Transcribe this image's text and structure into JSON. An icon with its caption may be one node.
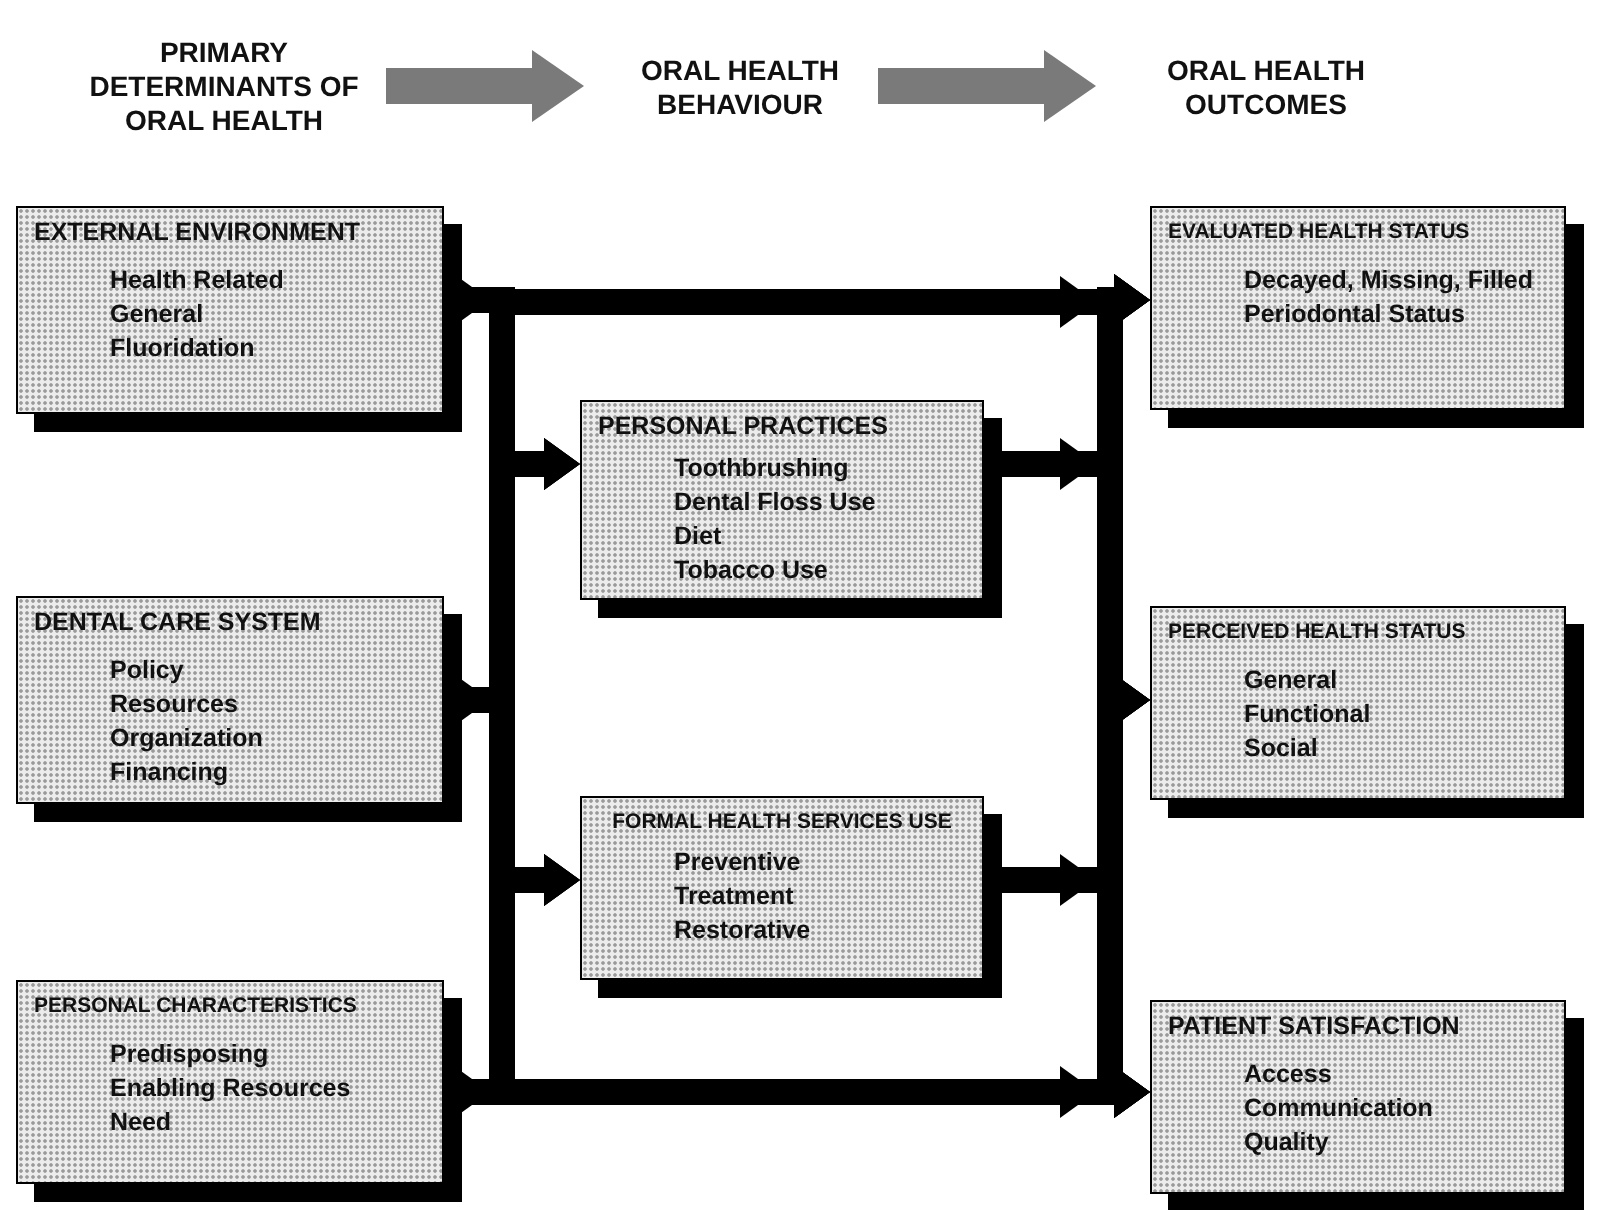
{
  "diagram": {
    "nodes": [
      {
        "text": [
          "PRIMARY DETERMINANTS OF ORAL HEALTH"
        ]
      },
      {
        "text": [
          "ORAL HEALTH BEHAVIOUR"
        ]
      },
      {
        "text": [
          "ORAL HEALTH OUTCOMES"
        ]
      },
      {
        "text": [
          "EXTERNAL ENVIRONMENT",
          "Health Related",
          "General",
          "Fluoridation"
        ]
      },
      {
        "text": [
          "DENTAL CARE SYSTEM",
          "Policy",
          "Resources",
          "Organization",
          "Financing"
        ]
      },
      {
        "text": [
          "PERSONAL CHARACTERISTICS",
          "Predisposing",
          "Enabling Resources",
          "Need"
        ]
      },
      {
        "text": [
          "PERSONAL PRACTICES",
          "Toothbrushing",
          "Dental Floss Use",
          "Diet",
          "Tobacco Use"
        ]
      },
      {
        "text": [
          "FORMAL HEALTH SERVICES USE",
          "Preventive",
          "Treatment",
          "Restorative"
        ]
      },
      {
        "text": [
          "EVALUATED HEALTH STATUS",
          "Decayed, Missing, Filled",
          "Periodontal Status"
        ]
      },
      {
        "text": [
          "PERCEIVED HEALTH STATUS",
          "General",
          "Functional",
          "Social"
        ]
      },
      {
        "text": [
          "PATIENT SATISFACTION",
          "Access",
          "Communication",
          "Quality"
        ]
      }
    ],
    "edges": [
      {
        "from": 0,
        "to": 1,
        "arrow": "to",
        "color": "#7a7a7a"
      },
      {
        "from": 1,
        "to": 2,
        "arrow": "to",
        "color": "#7a7a7a"
      },
      {
        "from": 3,
        "to": 6,
        "arrow": "to"
      },
      {
        "from": 3,
        "to": 7,
        "arrow": "to"
      },
      {
        "from": 3,
        "to": 8,
        "arrow": "to"
      },
      {
        "from": 3,
        "to": 9,
        "arrow": "to"
      },
      {
        "from": 3,
        "to": 10,
        "arrow": "to"
      },
      {
        "from": 4,
        "to": 6,
        "arrow": "to"
      },
      {
        "from": 4,
        "to": 7,
        "arrow": "to"
      },
      {
        "from": 4,
        "to": 8,
        "arrow": "to"
      },
      {
        "from": 4,
        "to": 9,
        "arrow": "to"
      },
      {
        "from": 4,
        "to": 10,
        "arrow": "to"
      },
      {
        "from": 5,
        "to": 6,
        "arrow": "to"
      },
      {
        "from": 5,
        "to": 7,
        "arrow": "to"
      },
      {
        "from": 5,
        "to": 8,
        "arrow": "to"
      },
      {
        "from": 5,
        "to": 9,
        "arrow": "to"
      },
      {
        "from": 5,
        "to": 10,
        "arrow": "to"
      },
      {
        "from": 6,
        "to": 8,
        "arrow": "to"
      },
      {
        "from": 6,
        "to": 9,
        "arrow": "to"
      },
      {
        "from": 6,
        "to": 10,
        "arrow": "to"
      },
      {
        "from": 7,
        "to": 8,
        "arrow": "to"
      },
      {
        "from": 7,
        "to": 9,
        "arrow": "to"
      },
      {
        "from": 7,
        "to": 10,
        "arrow": "to"
      }
    ]
  }
}
